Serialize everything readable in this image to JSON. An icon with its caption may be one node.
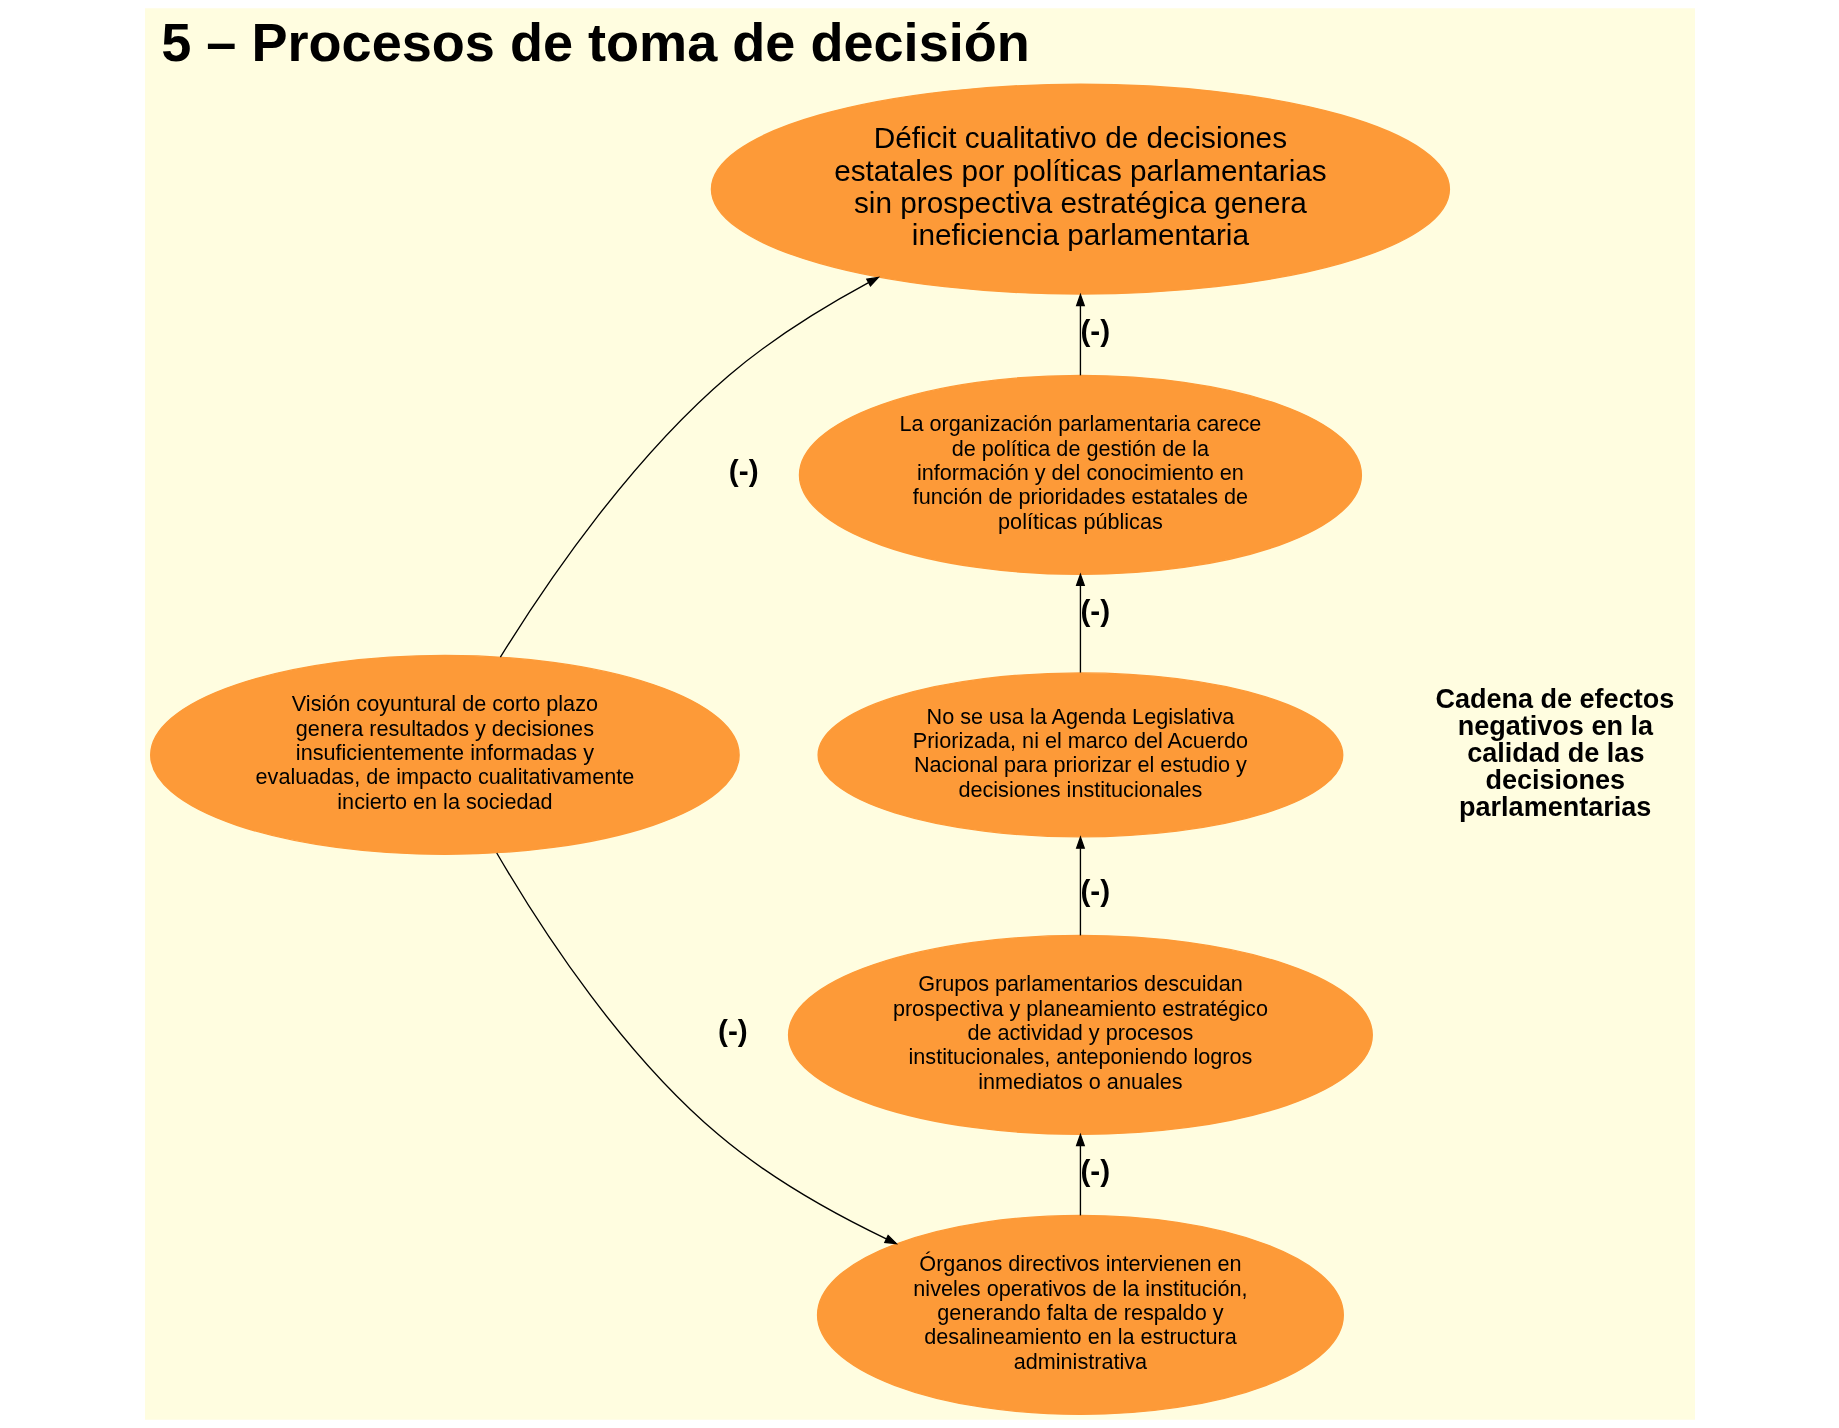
{
  "diagram": {
    "title": "5 – Procesos de toma de decisión",
    "nodes": [
      {
        "text": [
          "Déficit cualitativo de decisiones estatales por políticas parlamentarias sin prospectiva estratégica genera ineficiencia parlamentaria"
        ]
      },
      {
        "text": [
          "La organización parlamentaria carece de política de gestión de la información y del conocimiento en función de prioridades estatales de políticas públicas"
        ]
      },
      {
        "text": [
          "Visión coyuntural de corto plazo genera resultados y decisiones insuficientemente informadas y evaluadas, de impacto cualitativamente incierto en la sociedad"
        ]
      },
      {
        "text": [
          "No se usa la Agenda Legislativa Priorizada, ni el marco del Acuerdo Nacional para priorizar el estudio y decisiones institucionales"
        ]
      },
      {
        "text": [
          "Grupos parlamentarios descuidan prospectiva y planeamiento estratégico de actividad y procesos institucionales, anteponiendo logros inmediatos o anuales"
        ]
      },
      {
        "text": [
          "Órganos directivos intervienen en niveles operativos de la institución, generando falta de respaldo y desalineamiento en la estructura administrativa"
        ]
      }
    ],
    "edges": [
      {
        "from": 1,
        "to": 0,
        "arrow": "to",
        "label": "(-)"
      },
      {
        "from": 2,
        "to": 0,
        "arrow": "to",
        "label": "(-)"
      },
      {
        "from": 2,
        "to": 5,
        "arrow": "to",
        "label": "(-)"
      },
      {
        "from": 3,
        "to": 1,
        "arrow": "to",
        "label": "(-)"
      },
      {
        "from": 4,
        "to": 3,
        "arrow": "to",
        "label": "(-)"
      },
      {
        "from": 5,
        "to": 4,
        "arrow": "to",
        "label": "(-)"
      }
    ],
    "labels": [
      "Cadena de efectos negativos en la calidad de las decisiones parlamentarias"
    ]
  }
}
